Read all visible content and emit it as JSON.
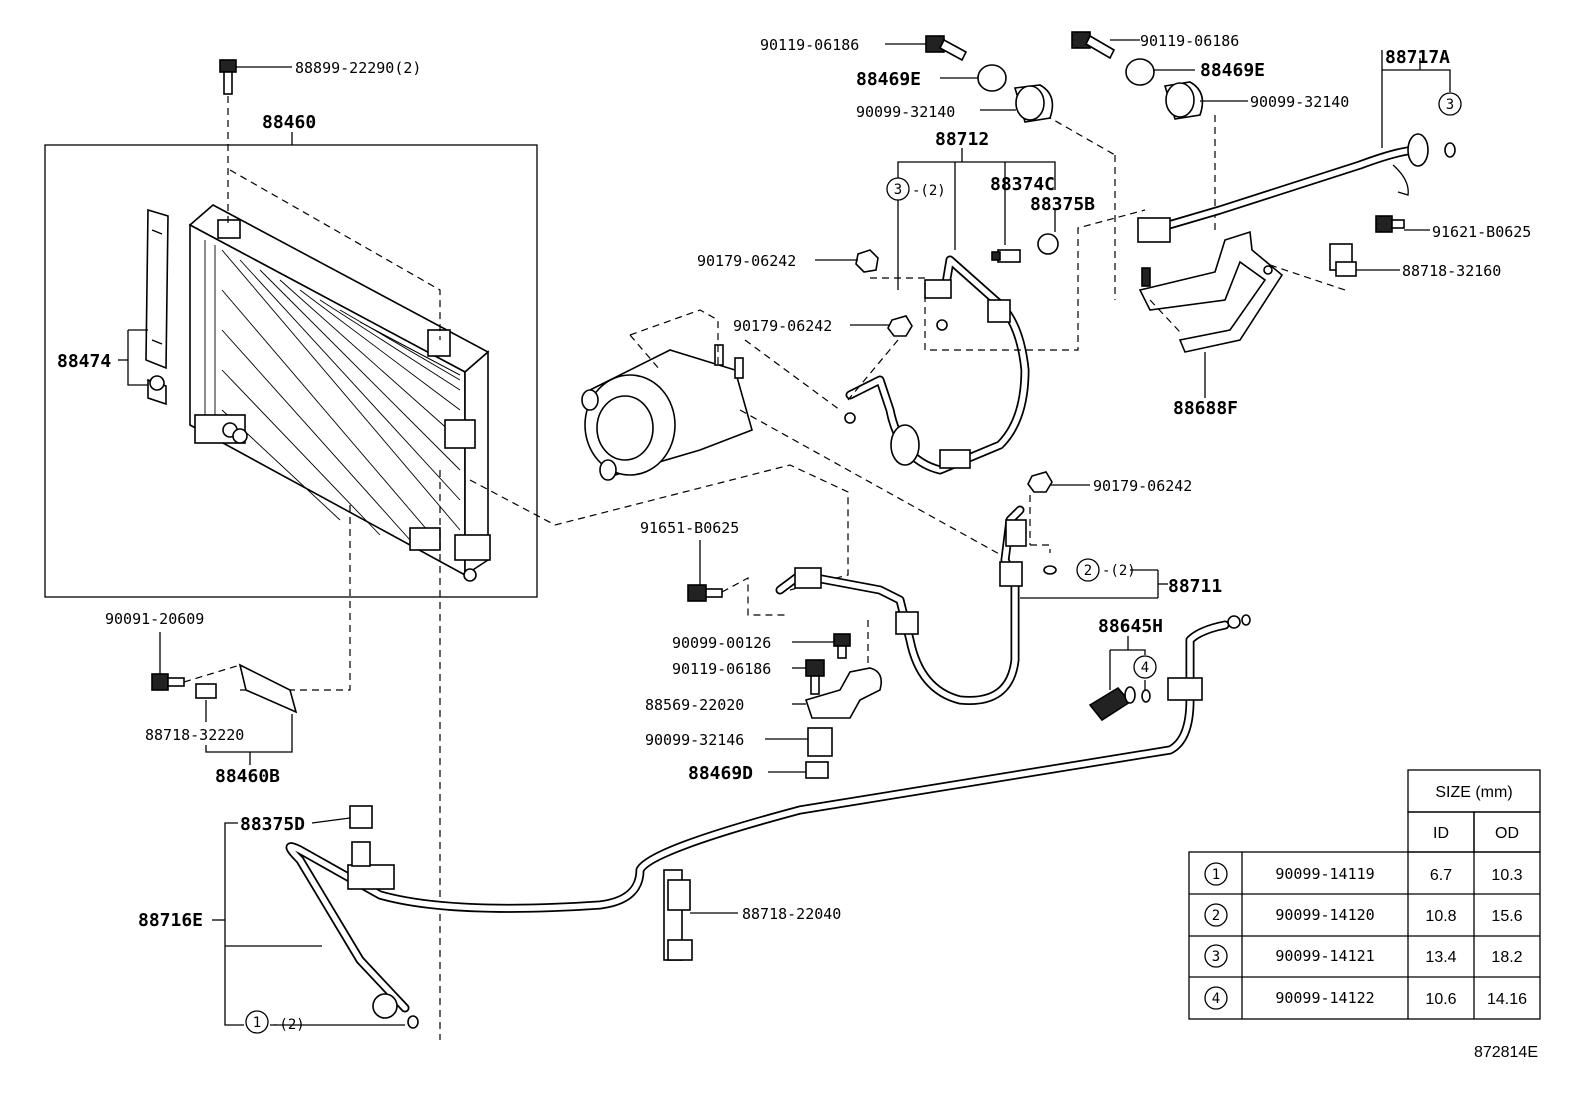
{
  "labels": {
    "p88899": "88899-22290(2)",
    "p88460": "88460",
    "p88474": "88474",
    "p90091": "90091-20609",
    "p88718_32220": "88718-32220",
    "p88460B": "88460B",
    "p88375D": "88375D",
    "p88716E": "88716E",
    "p1_qty": "-(2)",
    "p90119_a": "90119-06186",
    "p88469E_a": "88469E",
    "p90099_32140_a": "90099-32140",
    "p88712": "88712",
    "p88374C": "88374C",
    "p88375B": "88375B",
    "p3_qty": "-(2)",
    "p90179_a": "90179-06242",
    "p90179_b": "90179-06242",
    "p90119_b": "90119-06186",
    "p88469E_b": "88469E",
    "p90099_32140_b": "90099-32140",
    "p88717A": "88717A",
    "p91621": "91621-B0625",
    "p88718_32160": "88718-32160",
    "p88688F": "88688F",
    "p90179_c": "90179-06242",
    "p91651": "91651-B0625",
    "p88711": "88711",
    "p2_qty": "-(2)",
    "p90099_00126": "90099-00126",
    "p90119_c": "90119-06186",
    "p88569": "88569-22020",
    "p90099_32146": "90099-32146",
    "p88469D": "88469D",
    "p88645H": "88645H",
    "p88718_22040": "88718-22040",
    "diagram_id": "872814E"
  },
  "callouts": {
    "c1": "1",
    "c2": "2",
    "c3": "3",
    "c4": "4"
  },
  "size_table": {
    "header": "SIZE (mm)",
    "col_id": "ID",
    "col_od": "OD",
    "rows": [
      {
        "ref": "1",
        "part": "90099-14119",
        "id": "6.7",
        "od": "10.3"
      },
      {
        "ref": "2",
        "part": "90099-14120",
        "id": "10.8",
        "od": "15.6"
      },
      {
        "ref": "3",
        "part": "90099-14121",
        "id": "13.4",
        "od": "18.2"
      },
      {
        "ref": "4",
        "part": "90099-14122",
        "id": "10.6",
        "od": "14.16"
      }
    ]
  }
}
